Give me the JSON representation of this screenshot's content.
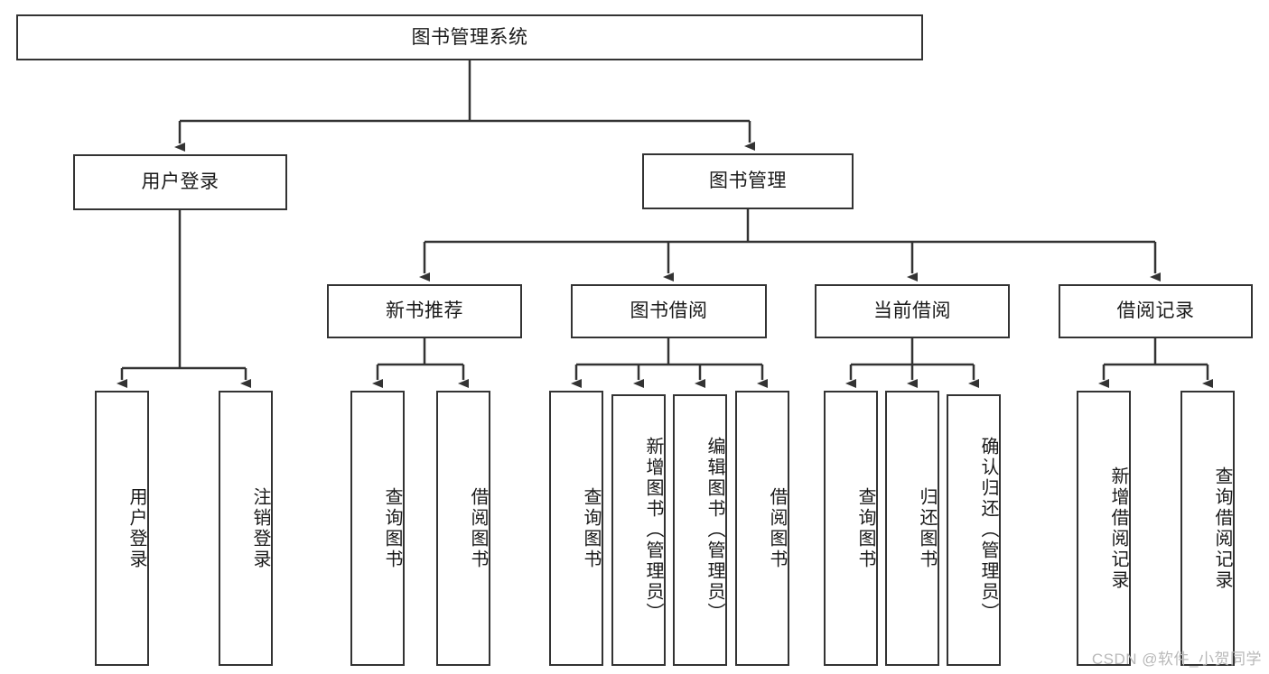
{
  "diagram": {
    "title": "图书管理系统",
    "type": "tree",
    "watermark": "CSDN @软件_小贺同学",
    "colors": {
      "border": "#333333",
      "background": "#ffffff",
      "text": "#1a1a1a",
      "watermark": "#b9b9b9"
    },
    "root": {
      "label": "图书管理系统"
    },
    "level2": [
      {
        "label": "用户登录"
      },
      {
        "label": "图书管理"
      }
    ],
    "level3": [
      {
        "label": "新书推荐"
      },
      {
        "label": "图书借阅"
      },
      {
        "label": "当前借阅"
      },
      {
        "label": "借阅记录"
      }
    ],
    "leaves": {
      "user_login": [
        {
          "label": "用户登录"
        },
        {
          "label": "注销登录"
        }
      ],
      "new_book": [
        {
          "label": "查询图书"
        },
        {
          "label": "借阅图书"
        }
      ],
      "book_borrow": [
        {
          "label": "查询图书"
        },
        {
          "label": "新增图书（管理员）"
        },
        {
          "label": "编辑图书（管理员）"
        },
        {
          "label": "借阅图书"
        }
      ],
      "current_borrow": [
        {
          "label": "查询图书"
        },
        {
          "label": "归还图书"
        },
        {
          "label": "确认归还（管理员）"
        }
      ],
      "borrow_record": [
        {
          "label": "新增借阅记录"
        },
        {
          "label": "查询借阅记录"
        }
      ]
    }
  }
}
